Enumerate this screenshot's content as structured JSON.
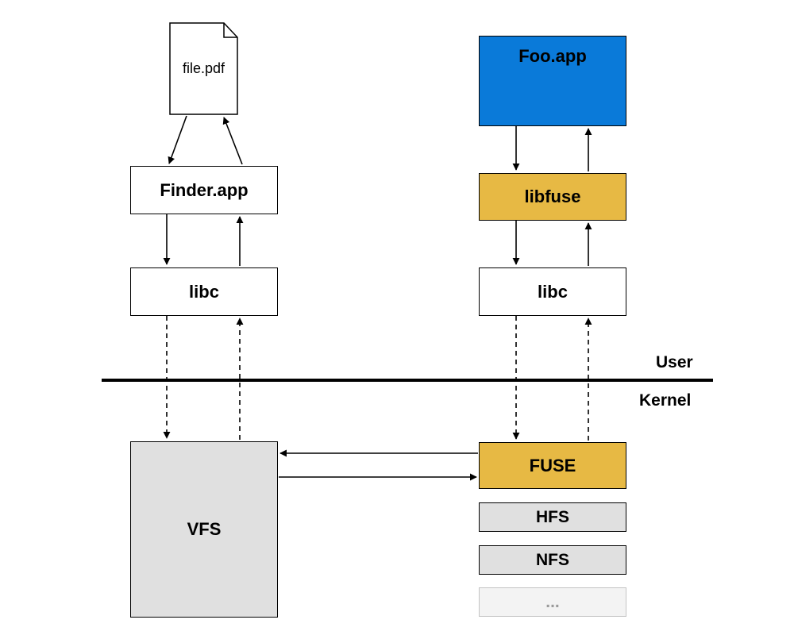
{
  "document": {
    "filename": "file.pdf"
  },
  "left_stack": {
    "finder_label": "Finder.app",
    "libc_label": "libc",
    "vfs_label": "VFS"
  },
  "right_stack": {
    "app_label": "Foo.app",
    "libfuse_label": "libfuse",
    "libc_label": "libc",
    "fuse_label": "FUSE",
    "hfs_label": "HFS",
    "nfs_label": "NFS",
    "more_label": "..."
  },
  "boundary": {
    "user_label": "User",
    "kernel_label": "Kernel"
  },
  "colors": {
    "app_blue": "#0a7ad9",
    "fuse_gold": "#e7b944",
    "kernel_grey": "#e0e0e0",
    "faint_grey": "#f3f3f3"
  }
}
